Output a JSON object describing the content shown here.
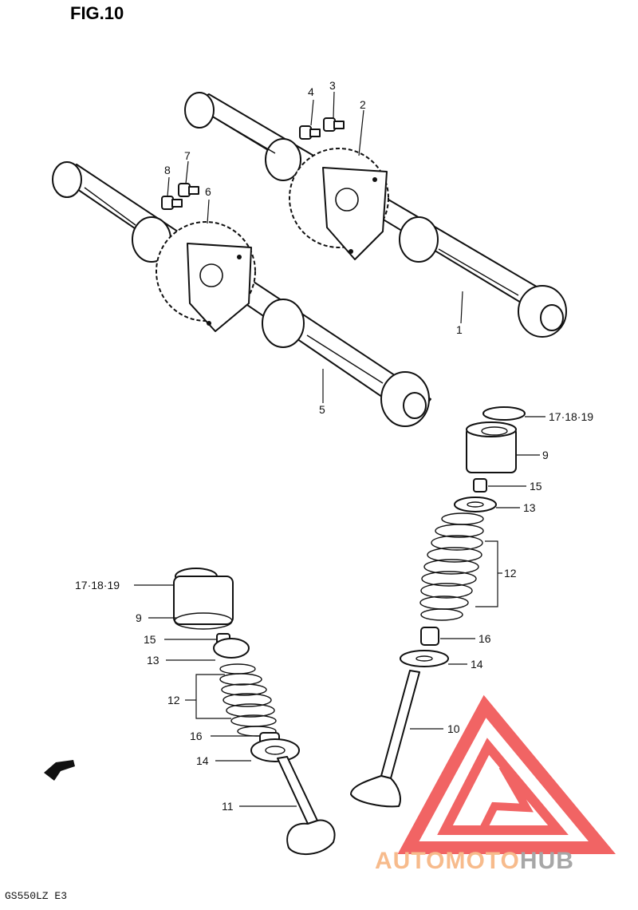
{
  "figure": {
    "title": "FIG.10",
    "footer": "GS550LZ  E3"
  },
  "watermark": {
    "text_light": "AUTOMOTO",
    "text_dark": "HUB",
    "color_red": "#f04f4f",
    "color_orange": "#f6b27d",
    "color_gray": "#9c9c9c"
  },
  "callouts": {
    "c1": "1",
    "c2": "2",
    "c3": "3",
    "c4": "4",
    "c5": "5",
    "c6": "6",
    "c7": "7",
    "c8": "8",
    "c9a": "9",
    "c9b": "9",
    "c10": "10",
    "c11": "11",
    "c12a": "12",
    "c12b": "12",
    "c13a": "13",
    "c13b": "13",
    "c14a": "14",
    "c14b": "14",
    "c15a": "15",
    "c15b": "15",
    "c16a": "16",
    "c16b": "16",
    "c171819a": "17·18·19",
    "c171819b": "17·18·19"
  }
}
